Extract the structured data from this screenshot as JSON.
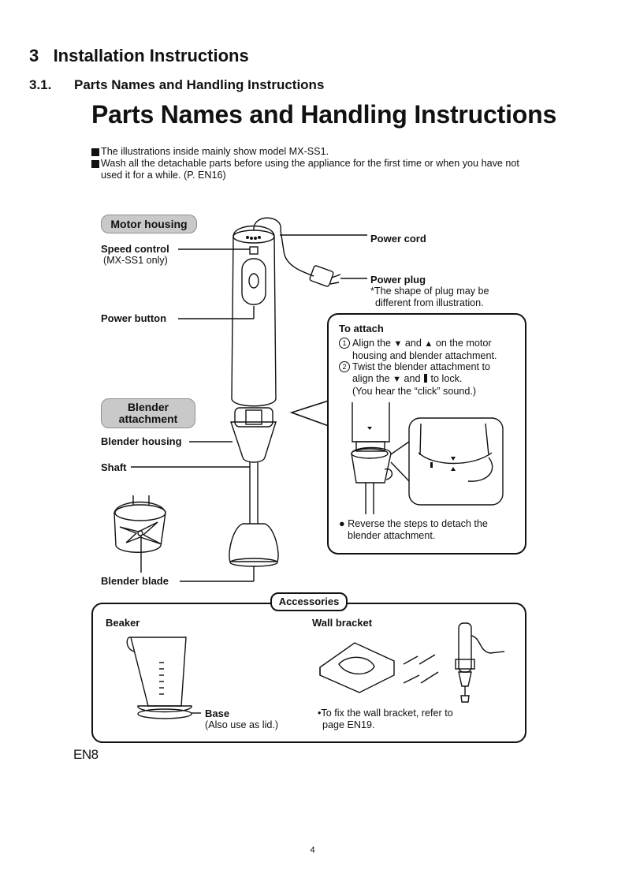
{
  "headings": {
    "section": "3   Installation Instructions",
    "subsection_num": "3.1.",
    "subsection_title": "Parts Names and Handling Instructions",
    "big_title": "Parts Names and Handling Instructions"
  },
  "intro": {
    "line1": "The illustrations inside mainly show model MX-SS1.",
    "line2": "Wash all the detachable parts before using the appliance for the first time or when you have not used it for a while. (P. EN16)"
  },
  "motor": {
    "header": "Motor housing",
    "speed_control": "Speed control",
    "speed_control_note": "(MX-SS1 only)",
    "power_button": "Power button",
    "power_cord": "Power cord",
    "power_plug": "Power plug",
    "plug_note_1": "*The shape of plug may be",
    "plug_note_2": "different from illustration."
  },
  "blender": {
    "header_1": "Blender",
    "header_2": "attachment",
    "housing": "Blender housing",
    "shaft": "Shaft",
    "blade": "Blender blade"
  },
  "attach": {
    "title": "To attach",
    "step1_num": "1",
    "step1_a": "Align the",
    "step1_and": "and",
    "step1_b": "on the motor",
    "step1_c": "housing and blender attachment.",
    "step2_num": "2",
    "step2_a": "Twist the blender attachment to",
    "step2_b": "align the",
    "step2_and": "and",
    "step2_c": "to lock.",
    "step2_d": "(You hear the “click” sound.)",
    "reverse_1": "Reverse the steps to detach the",
    "reverse_2": "blender attachment."
  },
  "accessories": {
    "header": "Accessories",
    "beaker": "Beaker",
    "base": "Base",
    "base_note": "(Also use as lid.)",
    "wall_bracket": "Wall bracket",
    "wall_note_1": "To fix the wall bracket, refer to",
    "wall_note_2": "page EN19."
  },
  "footer": {
    "page_code": "EN8",
    "page_number": "4"
  }
}
